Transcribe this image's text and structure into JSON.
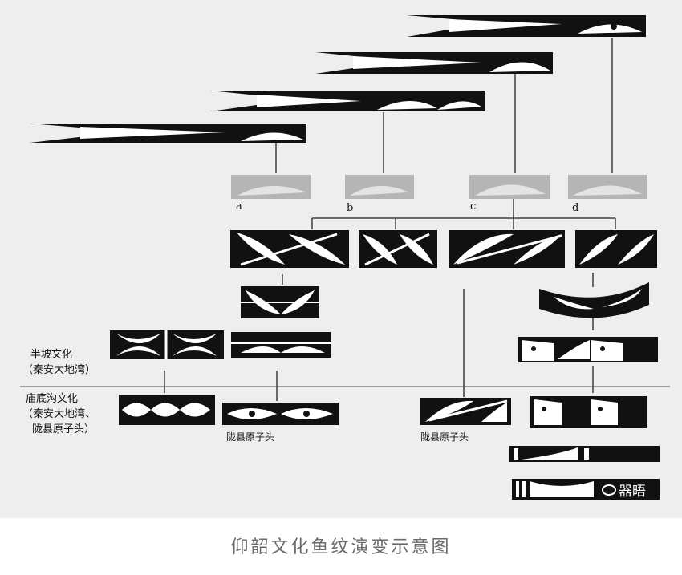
{
  "labels": {
    "banpo_line1": "半坡文化",
    "banpo_line2": "（秦安大地湾）",
    "miaodigou_line1": "庙底沟文化",
    "miaodigou_line2": "（秦安大地湾、",
    "miaodigou_line3": "陇县原子头）",
    "longxian_1": "陇县原子头",
    "longxian_2": "陇县原子头"
  },
  "letters": [
    "a",
    "b",
    "c",
    "d"
  ],
  "caption": "仰韶文化鱼纹演变示意图",
  "watermark": "器晤",
  "colors": {
    "panel": "#eeeeee",
    "ink": "#111111",
    "faded": "#b5b5b5",
    "caption": "#6b6b6b"
  }
}
